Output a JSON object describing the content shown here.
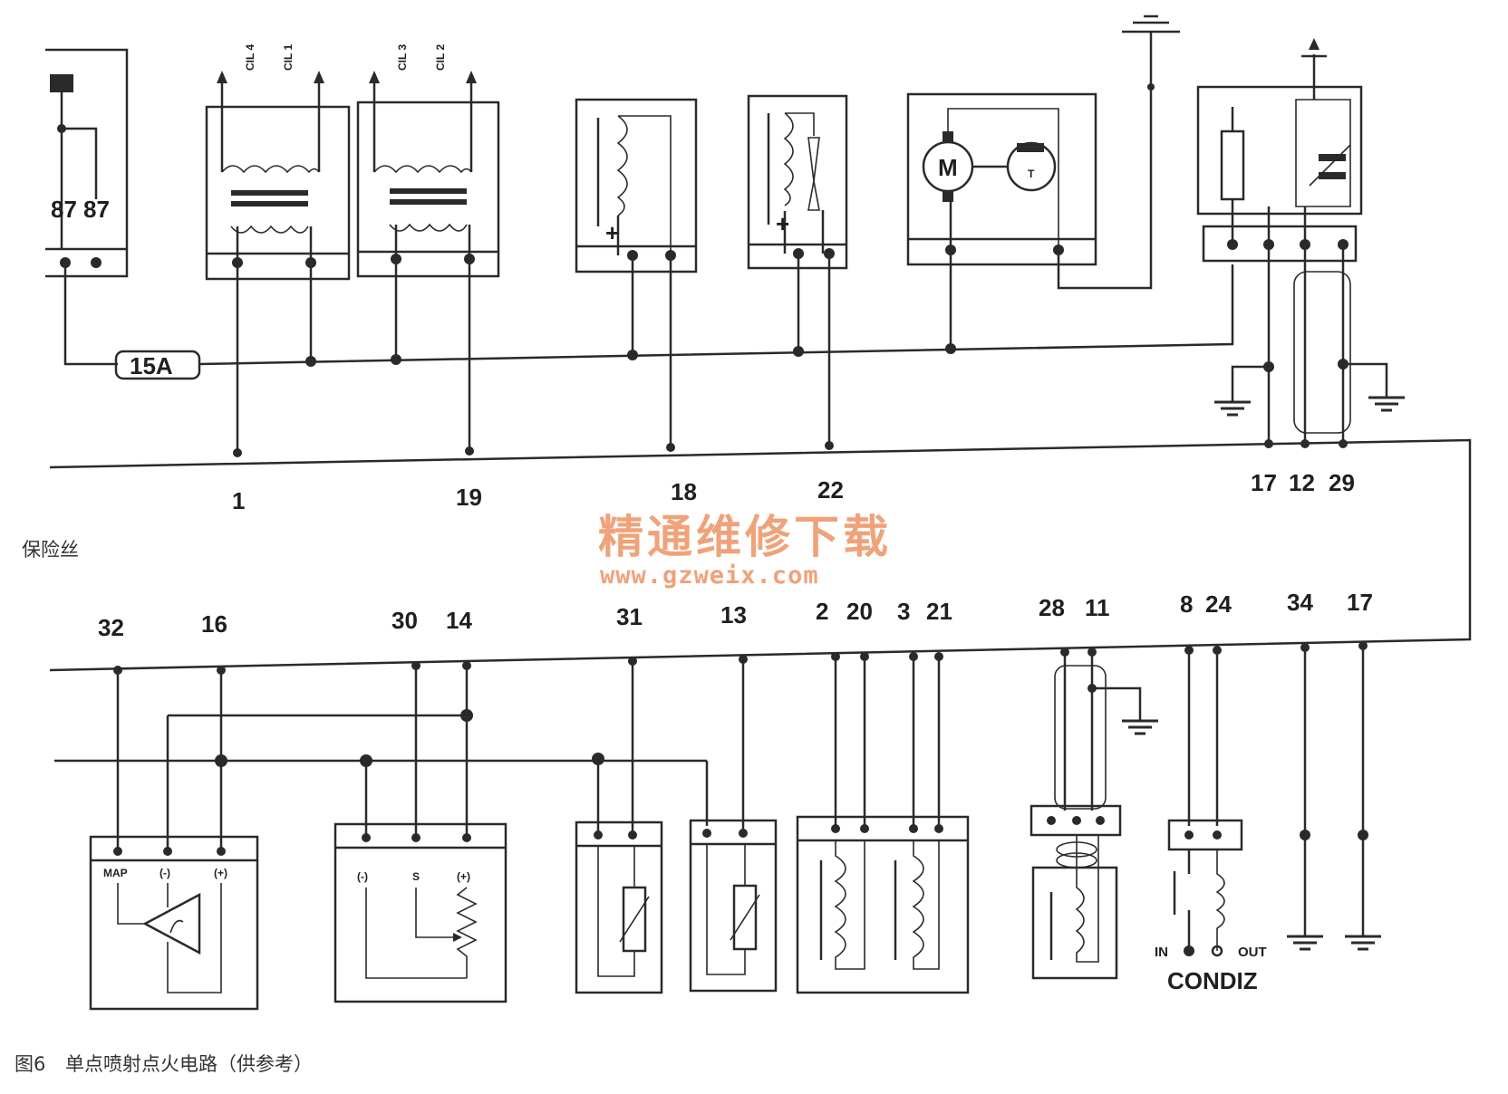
{
  "colors": {
    "ink": "#2a2a2a",
    "watermark": "#f0a27a",
    "background": "#ffffff"
  },
  "caption": {
    "fig": "图6",
    "title": "单点喷射点火电路（供参考）"
  },
  "side_label": "保险丝",
  "fuse_label": "15A",
  "watermark": {
    "cn": "精通维修下载",
    "url": "www.gzweix.com"
  },
  "relay_pins": [
    "87",
    "87"
  ],
  "coil_labels": {
    "a1": "CIL 4",
    "a2": "CIL 1",
    "b1": "CIL 3",
    "b2": "CIL 2"
  },
  "motor_label": "M",
  "top_pins": [
    "1",
    "19",
    "18",
    "22",
    "17",
    "12",
    "29"
  ],
  "bottom_pins": [
    "32",
    "16",
    "30",
    "14",
    "31",
    "13",
    "2",
    "20",
    "3",
    "21",
    "28",
    "11",
    "8",
    "24",
    "34",
    "17"
  ],
  "map_labels": [
    "MAP",
    "(-)",
    "(+)"
  ],
  "tps_labels": [
    "(-)",
    "S",
    "(+)"
  ],
  "condiz": {
    "label": "CONDIZ",
    "in": "IN",
    "out": "OUT"
  }
}
